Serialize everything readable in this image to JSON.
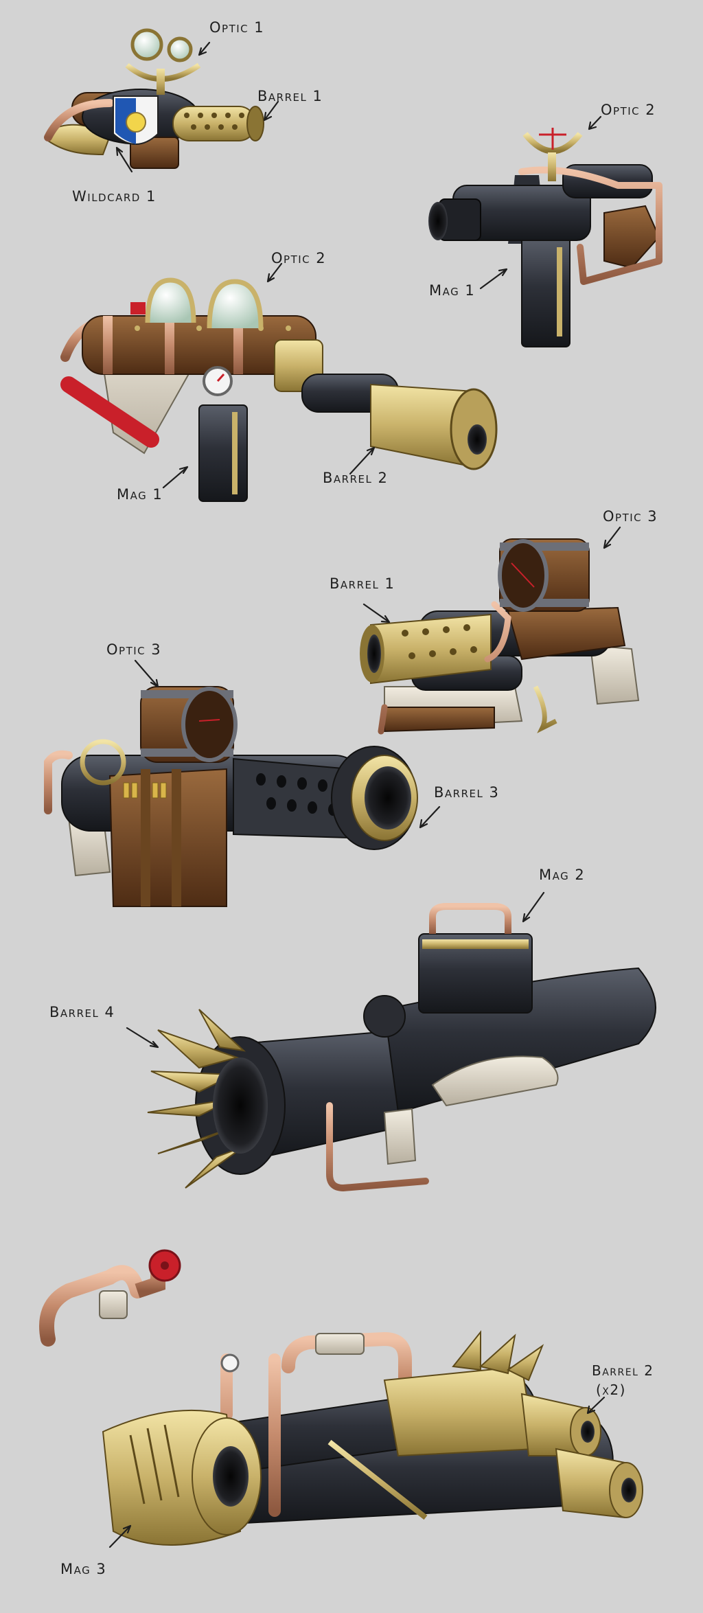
{
  "palette": {
    "background": "#d3d3d3",
    "gunmetal": "#2c2f36",
    "brass": "#c9b26a",
    "copper": "#c58b6d",
    "wood": "#6a3f1f",
    "wrap": "#d9d2c2",
    "valve_red": "#c9202a",
    "lens": "#cfe3d6"
  },
  "weapons": [
    {
      "name": "weapon-1",
      "labels": [
        "Optic 1",
        "Barrel 1",
        "Wildcard 1"
      ]
    },
    {
      "name": "weapon-2",
      "labels": [
        "Optic 2",
        "Mag 1"
      ]
    },
    {
      "name": "weapon-3",
      "labels": [
        "Optic 2",
        "Mag 1",
        "Barrel 2"
      ]
    },
    {
      "name": "weapon-4",
      "labels": [
        "Optic 3",
        "Barrel 1"
      ]
    },
    {
      "name": "weapon-5",
      "labels": [
        "Optic 3",
        "Barrel 3"
      ]
    },
    {
      "name": "weapon-6",
      "labels": [
        "Mag 2",
        "Barrel 4"
      ]
    },
    {
      "name": "weapon-7",
      "labels": [
        "Barrel 2",
        "(x2)",
        "Mag 3"
      ]
    }
  ]
}
